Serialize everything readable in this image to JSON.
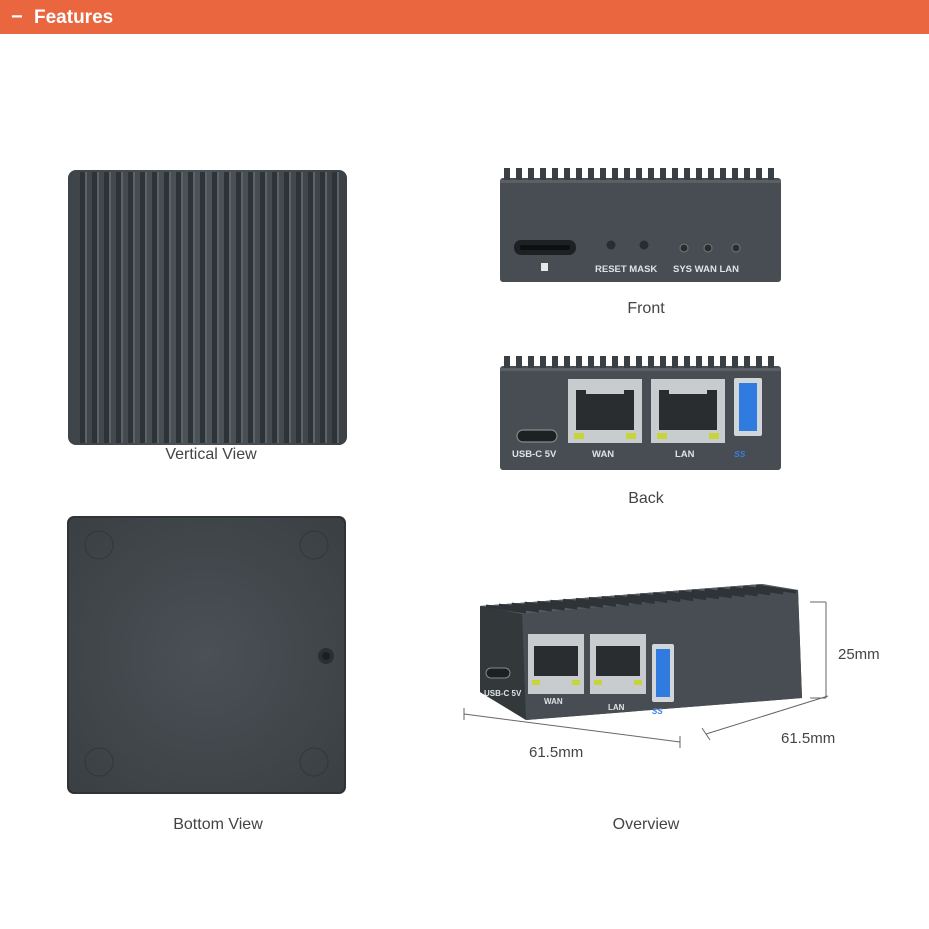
{
  "header": {
    "icon": "minus-icon",
    "title": "Features",
    "color": "#e9663f"
  },
  "views": {
    "vertical": {
      "caption": "Vertical View"
    },
    "front": {
      "caption": "Front",
      "buttons_label": "RESET MASK",
      "leds_label": "SYS WAN LAN"
    },
    "back": {
      "caption": "Back",
      "usb_label": "USB-C 5V",
      "wan_label": "WAN",
      "lan_label": "LAN",
      "ss_label": "SS"
    },
    "bottom": {
      "caption": "Bottom View"
    },
    "overview": {
      "caption": "Overview",
      "usb_label": "USB-C 5V",
      "wan_label": "WAN",
      "lan_label": "LAN",
      "ss_label": "SS",
      "height_dim": "25mm",
      "width_dim": "61.5mm",
      "depth_dim": "61.5mm"
    }
  },
  "colors": {
    "device": "#4b5156",
    "device_dark": "#353a3e",
    "usb3_blue": "#2f7be0"
  }
}
